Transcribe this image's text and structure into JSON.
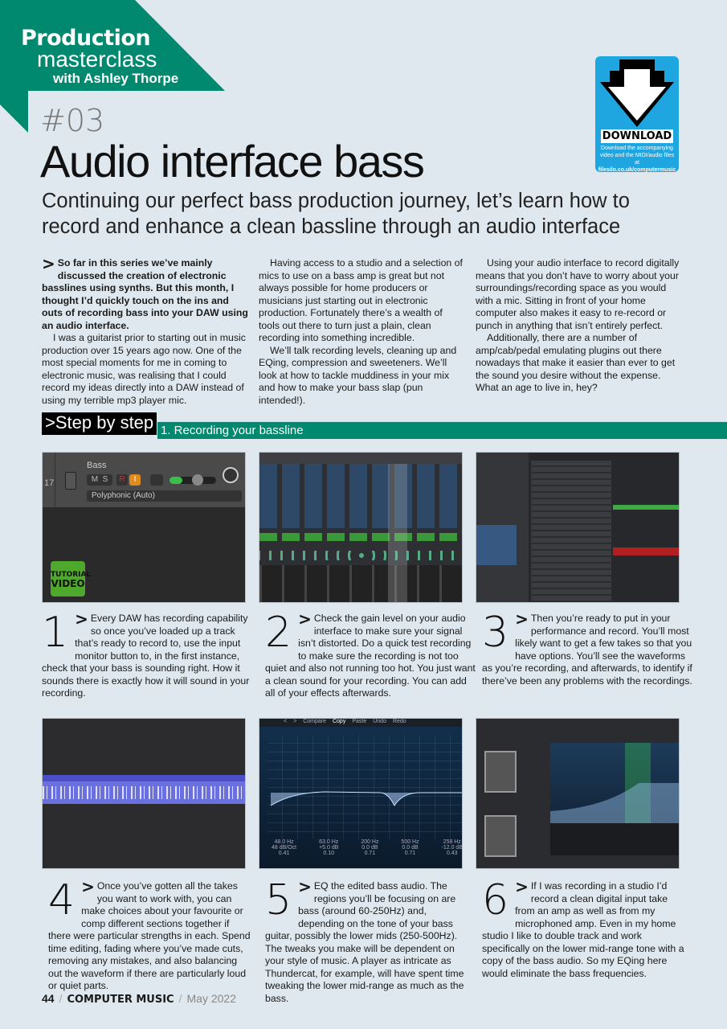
{
  "header": {
    "series_line1": "Production",
    "series_line2": "masterclass",
    "author": "with Ashley Thorpe",
    "issue": "#03",
    "title": "Audio interface bass",
    "subtitle": "Continuing our perfect bass production journey, let’s learn how to record and enhance a clean bassline through an audio interface"
  },
  "colors": {
    "teal": "#00896f",
    "download_blue": "#1fa6e0",
    "page_bg": "#dfe8ee"
  },
  "download": {
    "icon": "download-arrow-icon",
    "label": "DOWNLOAD",
    "text": "Download the accompanying video and the MIDI/audio files at",
    "url": "filesilo.co.uk/computermusic"
  },
  "intro": {
    "col1": {
      "lead": "So far in this series we’ve mainly discussed the creation of electronic basslines using synths. But this month, I thought I’d quickly touch on the ins and outs of recording bass into your DAW using an audio interface.",
      "p2": "I was a guitarist prior to starting out in music production over 15 years ago now. One of the most special moments for me in coming to electronic music, was realising that I could record my ideas directly into a DAW instead of using my terrible mp3 player mic."
    },
    "col2": {
      "p1": "Having access to a studio and a selection of mics to use on a bass amp is great but not always possible for home producers or musicians just starting out in electronic production. Fortunately there’s a wealth of tools out there to turn just a plain, clean recording into something incredible.",
      "p2": "We’ll talk recording levels, cleaning up and EQing, compression and sweeteners. We’ll look at how to tackle muddiness in your mix and how to make your bass slap (pun intended!)."
    },
    "col3": {
      "p1": "Using your audio interface to record digitally means that you don’t have to worry about your surroundings/recording space as you would with a mic. Sitting in front of your home computer also makes it easy to re-record or punch in anything that isn’t entirely perfect.",
      "p2": "Additionally, there are a number of amp/cab/pedal emulating plugins out there nowadays that make it easier than ever to get the sound you desire without the expense. What an age to live in, hey?"
    }
  },
  "marker": ">",
  "stepbystep": {
    "label": ">Step by step",
    "section": "1. Recording your bassline"
  },
  "screens": {
    "s1": {
      "track_no": "17",
      "track_name": "Bass",
      "m": "M",
      "s": "S",
      "r": "R",
      "i": "I",
      "input": "Polyphonic (Auto)",
      "badge1": "TUTORIAL",
      "badge2": "VIDEO"
    },
    "s5": {
      "toolbar": [
        "<",
        ">",
        "Compare",
        "Copy",
        "Paste",
        "Undo",
        "Redo"
      ],
      "bands": [
        [
          "48.0 Hz",
          "48 dB/Oct",
          "0.41"
        ],
        [
          "63.0 Hz",
          "+5.0 dB",
          "0.10"
        ],
        [
          "200 Hz",
          "0.0 dB",
          "0.71"
        ],
        [
          "500 Hz",
          "0.0 dB",
          "0.71"
        ],
        [
          "258 Hz",
          "-12.0 dB",
          "0.43"
        ]
      ]
    }
  },
  "steps": [
    {
      "num": "1",
      "text": "Every DAW has recording capability so once you’ve loaded up a track that’s ready to record to, use the input monitor button to, in the first instance, check that your bass is sounding right. How it sounds there is exactly how it will sound in your recording."
    },
    {
      "num": "2",
      "text": "Check the gain level on your audio interface to make sure your signal isn’t distorted. Do a quick test recording to make sure the recording is not too quiet and also not running too hot. You just want a clean sound for your recording. You can add all of your effects afterwards."
    },
    {
      "num": "3",
      "text": "Then you’re ready to put in your performance and record. You’ll most likely want to get a few takes so that you have options. You’ll see the waveforms as you’re recording, and afterwards, to identify if there’ve been any problems with the recordings."
    },
    {
      "num": "4",
      "text": "Once you’ve gotten all the takes you want to work with, you can make choices about your favourite or comp different sections together if there were particular strengths in each. Spend time editing, fading where you’ve made cuts, removing any mistakes, and also balancing out the waveform if there are particularly loud or quiet parts."
    },
    {
      "num": "5",
      "text": "EQ the edited bass audio. The regions you’ll be focusing on are bass (around 60-250Hz) and, depending on the tone of your bass guitar, possibly the lower mids (250-500Hz). The tweaks you make will be dependent on your style of music. A player as intricate as Thundercat, for example, will have spent time tweaking the lower mid-range as much as the bass."
    },
    {
      "num": "6",
      "text": "If I was recording in a studio I’d record a clean digital input take from an amp as well as from my microphoned amp. Even in my home studio I like to double track and work specifically on the lower mid-range tone with a copy of the bass audio. So my EQing here would eliminate the bass frequencies."
    }
  ],
  "footer": {
    "page": "44",
    "magazine": "COMPUTER MUSIC",
    "date": "May 2022",
    "sep": "/"
  }
}
